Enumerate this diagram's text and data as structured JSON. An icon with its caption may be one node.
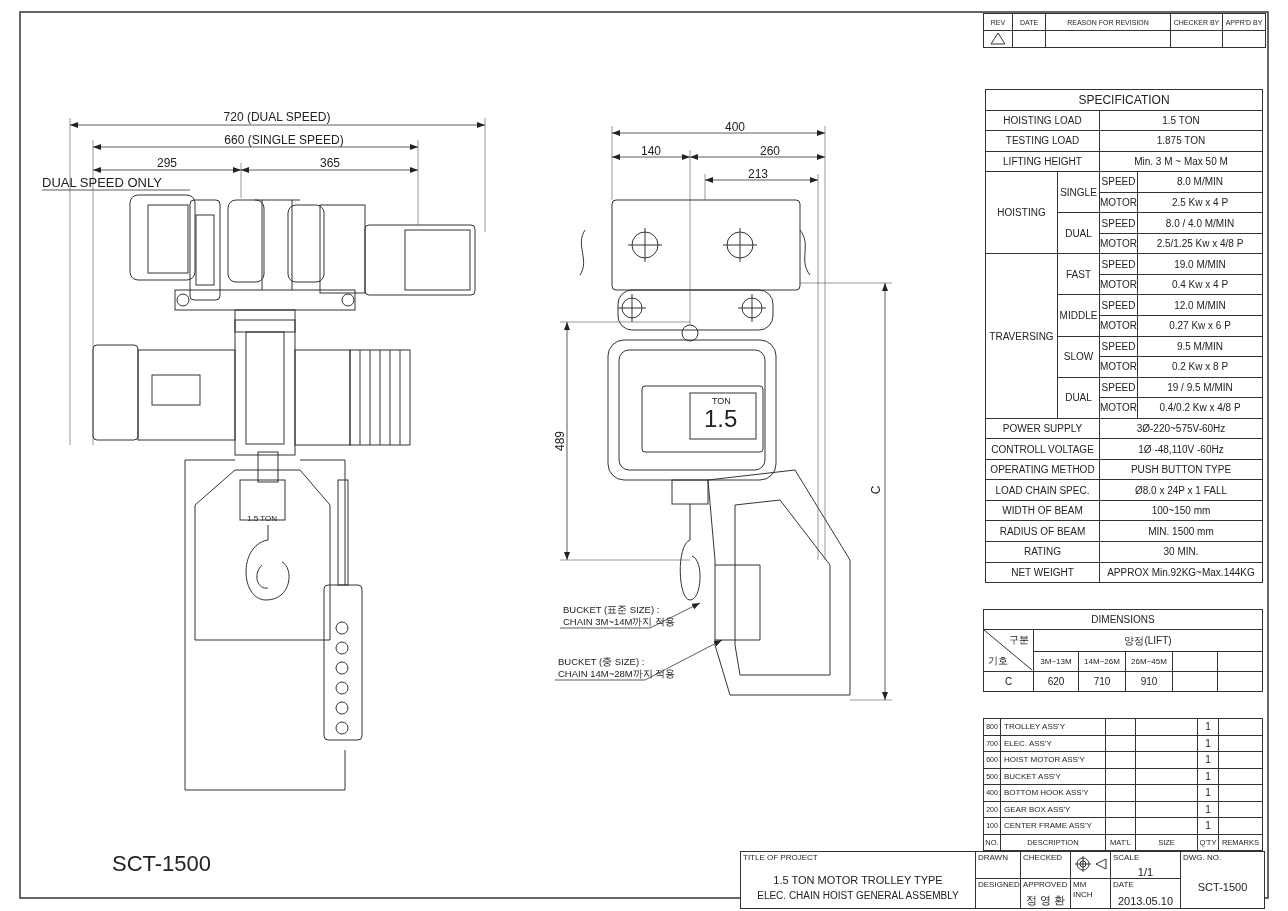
{
  "diagram": {
    "nodes": [
      {
        "text": [
          "BUCKET (표준 SIZE) : CHAIN 3M~14M까지 적용"
        ]
      },
      {
        "text": [
          "BUCKET (중 SIZE) : CHAIN 14M~28M까지 적용"
        ]
      }
    ],
    "edges": [
      {
        "from": 0,
        "to": null,
        "arrow": "to"
      },
      {
        "from": 1,
        "to": null,
        "arrow": "to"
      }
    ],
    "labels": [
      "REV",
      "DATE",
      "REASON FOR REVISION",
      "CHECKER BY",
      "APPR'D BY",
      "720 (DUAL SPEED)",
      "660 (SINGLE SPEED)",
      "295",
      "365",
      "DUAL SPEED ONLY",
      "1.5 TON",
      "400",
      "140",
      "260",
      "213",
      "489",
      "C",
      "TON",
      "1.5",
      "SPECIFICATION",
      "HOISTING LOAD",
      "1.5  TON",
      "TESTING LOAD",
      "1.875  TON",
      "LIFTING HEIGHT",
      "Min. 3 M ~ Max 50 M",
      "HOISTING",
      "SINGLE",
      "SPEED",
      "8.0  M/MIN",
      "MOTOR",
      "2.5 Kw x 4 P",
      "DUAL",
      "SPEED",
      "8.0 / 4.0  M/MIN",
      "MOTOR",
      "2.5/1.25 Kw x 4/8 P",
      "TRAVERSING",
      "FAST",
      "SPEED",
      "19.0 M/MIN",
      "MOTOR",
      "0.4 Kw x 4 P",
      "MIDDLE",
      "SPEED",
      "12.0 M/MIN",
      "MOTOR",
      "0.27 Kw x 6 P",
      "SLOW",
      "SPEED",
      "9.5 M/MIN",
      "MOTOR",
      "0.2 Kw x 8 P",
      "DUAL",
      "SPEED",
      "19 / 9.5 M/MIN",
      "MOTOR",
      "0.4/0.2 Kw x 4/8 P",
      "POWER SUPPLY",
      "3Ø-220~575V-60Hz",
      "CONTROLL VOLTAGE",
      "1Ø -48,110V -60Hz",
      "OPERATING METHOD",
      "PUSH BUTTON TYPE",
      "LOAD CHAIN SPEC.",
      "Ø8.0 x 24P x 1 FALL",
      "WIDTH OF BEAM",
      "100~150 mm",
      "RADIUS OF BEAM",
      "MIN. 1500 mm",
      "RATING",
      "30 MIN.",
      "NET WEIGHT",
      "APPROX  Min.92KG~Max.144KG",
      "DIMENSIONS",
      "구분",
      "기호",
      "양정(LIFT)",
      "3M~13M",
      "14M~26M",
      "26M~45M",
      "C",
      "620",
      "710",
      "910",
      "800",
      "TROLLEY ASS'Y",
      "1",
      "700",
      "ELEC. ASS'Y",
      "1",
      "600",
      "HOIST MOTOR ASS'Y",
      "1",
      "500",
      "BUCKET ASS'Y",
      "1",
      "400",
      "BOTTOM HOOK ASS'Y",
      "1",
      "200",
      "GEAR BOX ASS'Y",
      "1",
      "100",
      "CENTER FRAME ASS'Y",
      "1",
      "NO.",
      "DESCRIPTION",
      "MAT'L",
      "SIZE",
      "Q'TY",
      "REMARKS",
      "SCT-1500",
      "TITLE OF PROJECT",
      "1.5 TON MOTOR TROLLEY TYPE",
      "ELEC. CHAIN HOIST GENERAL ASSEMBLY",
      "DRAWN",
      "CHECKED",
      "SCALE",
      "1/1",
      "DWG. NO.",
      "SCT-1500",
      "DESIGNED",
      "APPROVED",
      "정 영 환",
      "MM",
      "INCH",
      "DATE",
      "2013.05.10"
    ]
  }
}
